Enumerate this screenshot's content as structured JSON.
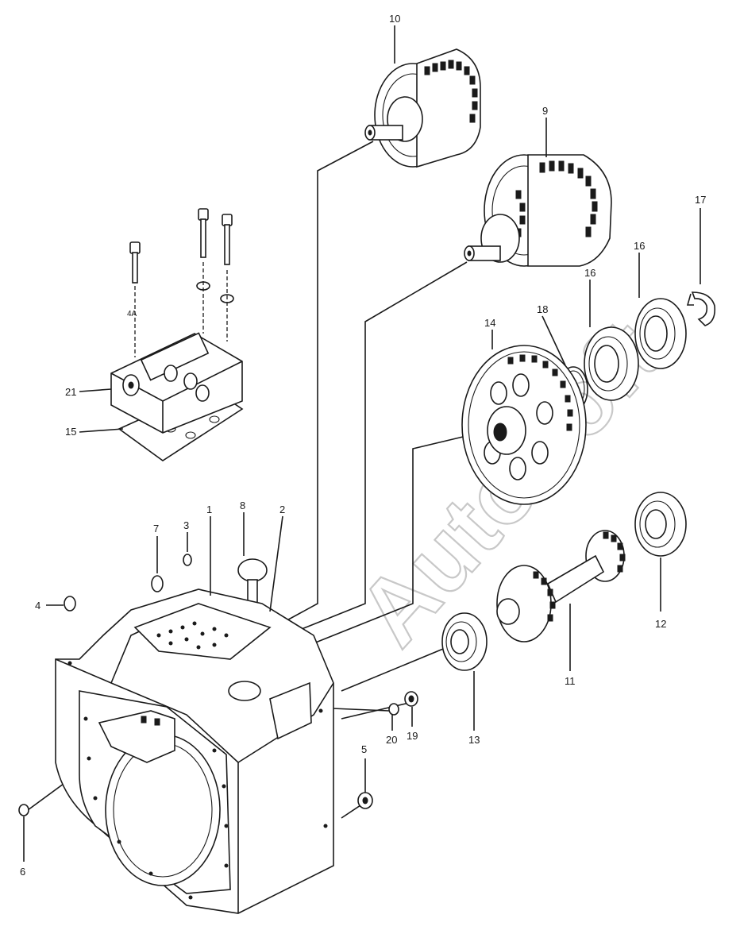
{
  "watermark": "AutoSoft",
  "callouts": [
    {
      "id": "10",
      "text": "10"
    },
    {
      "id": "9",
      "text": "9"
    },
    {
      "id": "17",
      "text": "17"
    },
    {
      "id": "16a",
      "text": "16"
    },
    {
      "id": "16b",
      "text": "16"
    },
    {
      "id": "18",
      "text": "18"
    },
    {
      "id": "14",
      "text": "14"
    },
    {
      "id": "21",
      "text": "21"
    },
    {
      "id": "15",
      "text": "15"
    },
    {
      "id": "7",
      "text": "7"
    },
    {
      "id": "3",
      "text": "3"
    },
    {
      "id": "1",
      "text": "1"
    },
    {
      "id": "8",
      "text": "8"
    },
    {
      "id": "2",
      "text": "2"
    },
    {
      "id": "4",
      "text": "4"
    },
    {
      "id": "12",
      "text": "12"
    },
    {
      "id": "11",
      "text": "11"
    },
    {
      "id": "13",
      "text": "13"
    },
    {
      "id": "20",
      "text": "20"
    },
    {
      "id": "19",
      "text": "19"
    },
    {
      "id": "5",
      "text": "5"
    },
    {
      "id": "6",
      "text": "6"
    }
  ],
  "small_marks": {
    "lock_mark": "4A"
  }
}
